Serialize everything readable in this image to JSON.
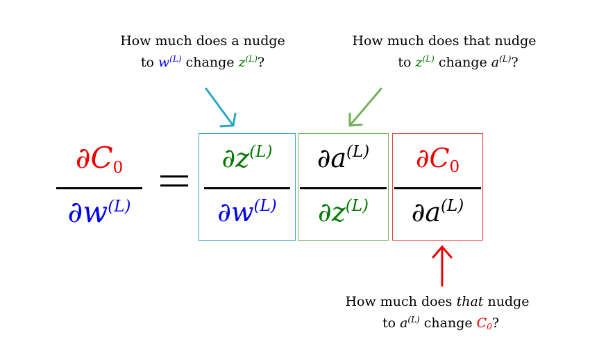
{
  "colors": {
    "red": "#ee0000",
    "blue": "#0000ee",
    "green": "#007700",
    "black": "#000000",
    "arrow_teal": "#2aa7c3",
    "arrow_green": "#74b159",
    "box_teal": "#3aa6bd",
    "box_green": "#6fb05a",
    "box_red": "#e64a4a"
  },
  "symbols": {
    "partial": "∂",
    "layer": "(L)",
    "C": "C",
    "zero": "0",
    "w": "w",
    "z": "z",
    "a": "a",
    "equals": "="
  },
  "annotations": {
    "w_to_z": {
      "line1": "How much does a nudge",
      "pre": "to ",
      "var1": "w",
      "mid": " change ",
      "var2": "z",
      "post": "?"
    },
    "z_to_a": {
      "line1": "How much does that nudge",
      "pre": "to ",
      "var1": "z",
      "mid": " change ",
      "var2": "a",
      "post": "?"
    },
    "a_to_c": {
      "line1_pre": "How much does ",
      "line1_em": "that",
      "line1_post": " nudge",
      "pre": "to ",
      "var1": "a",
      "mid": " change ",
      "var2": "C",
      "post": "?"
    }
  }
}
